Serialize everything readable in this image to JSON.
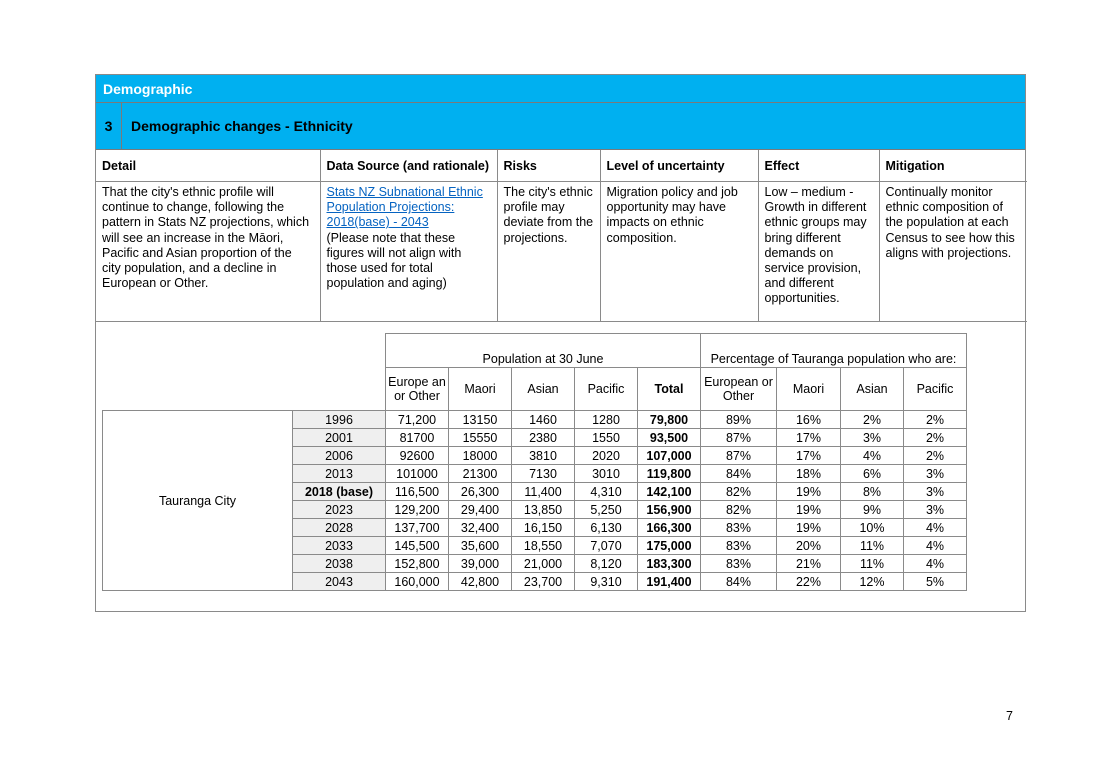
{
  "section": {
    "title": "Demographic",
    "number": "3",
    "heading": "Demographic changes - Ethnicity"
  },
  "risk_table": {
    "headers": [
      "Detail",
      "Data Source (and rationale)",
      "Risks",
      "Level of uncertainty",
      "Effect",
      "Mitigation"
    ],
    "row": {
      "detail": "That the city's ethnic profile will continue to change, following the pattern in Stats NZ projections, which will see an increase in the Māori, Pacific and Asian proportion of the city population, and a decline in European or Other.",
      "source_link": " Stats NZ Subnational Ethnic Population Projections: 2018(base) - 2043",
      "source_note": "(Please note that these figures will not align with those used for total population and aging)",
      "risks": "The city's ethnic profile may deviate from the projections.",
      "uncertainty": "Migration policy and job opportunity may have impacts on ethnic composition.",
      "effect": "Low – medium - Growth in different ethnic groups may bring different demands on service provision, and different opportunities.",
      "mitigation": "Continually monitor ethnic composition of the population at each Census to see how this aligns with projections."
    }
  },
  "population_table": {
    "group_pop": "Population at 30 June",
    "group_pct": "Percentage of Tauranga population who are:",
    "columns": [
      "Europe an or Other",
      "Maori",
      "Asian",
      "Pacific",
      "Total",
      "European or Other",
      "Maori",
      "Asian",
      "Pacific"
    ],
    "city": "Tauranga City",
    "rows": [
      {
        "year": "1996",
        "eu": "71,200",
        "maori": "13150",
        "asian": "1460",
        "pacific": "1280",
        "total": "79,800",
        "p_eu": "89%",
        "p_maori": "16%",
        "p_asian": "2%",
        "p_pacific": "2%"
      },
      {
        "year": "2001",
        "eu": "81700",
        "maori": "15550",
        "asian": "2380",
        "pacific": "1550",
        "total": "93,500",
        "p_eu": "87%",
        "p_maori": "17%",
        "p_asian": "3%",
        "p_pacific": "2%"
      },
      {
        "year": "2006",
        "eu": "92600",
        "maori": "18000",
        "asian": "3810",
        "pacific": "2020",
        "total": "107,000",
        "p_eu": "87%",
        "p_maori": "17%",
        "p_asian": "4%",
        "p_pacific": "2%"
      },
      {
        "year": "2013",
        "eu": "101000",
        "maori": "21300",
        "asian": "7130",
        "pacific": "3010",
        "total": "119,800",
        "p_eu": "84%",
        "p_maori": "18%",
        "p_asian": "6%",
        "p_pacific": "3%"
      },
      {
        "year": "2018 (base)",
        "eu": "116,500",
        "maori": "26,300",
        "asian": "11,400",
        "pacific": "4,310",
        "total": "142,100",
        "p_eu": "82%",
        "p_maori": "19%",
        "p_asian": "8%",
        "p_pacific": "3%"
      },
      {
        "year": "2023",
        "eu": "129,200",
        "maori": "29,400",
        "asian": "13,850",
        "pacific": "5,250",
        "total": "156,900",
        "p_eu": "82%",
        "p_maori": "19%",
        "p_asian": "9%",
        "p_pacific": "3%"
      },
      {
        "year": "2028",
        "eu": "137,700",
        "maori": "32,400",
        "asian": "16,150",
        "pacific": "6,130",
        "total": "166,300",
        "p_eu": "83%",
        "p_maori": "19%",
        "p_asian": "10%",
        "p_pacific": "4%"
      },
      {
        "year": "2033",
        "eu": "145,500",
        "maori": "35,600",
        "asian": "18,550",
        "pacific": "7,070",
        "total": "175,000",
        "p_eu": "83%",
        "p_maori": "20%",
        "p_asian": "11%",
        "p_pacific": "4%"
      },
      {
        "year": "2038",
        "eu": "152,800",
        "maori": "39,000",
        "asian": "21,000",
        "pacific": "8,120",
        "total": "183,300",
        "p_eu": "83%",
        "p_maori": "21%",
        "p_asian": "11%",
        "p_pacific": "4%"
      },
      {
        "year": "2043",
        "eu": "160,000",
        "maori": "42,800",
        "asian": "23,700",
        "pacific": "9,310",
        "total": "191,400",
        "p_eu": "84%",
        "p_maori": "22%",
        "p_asian": "12%",
        "p_pacific": "5%"
      }
    ]
  },
  "page_number": "7"
}
